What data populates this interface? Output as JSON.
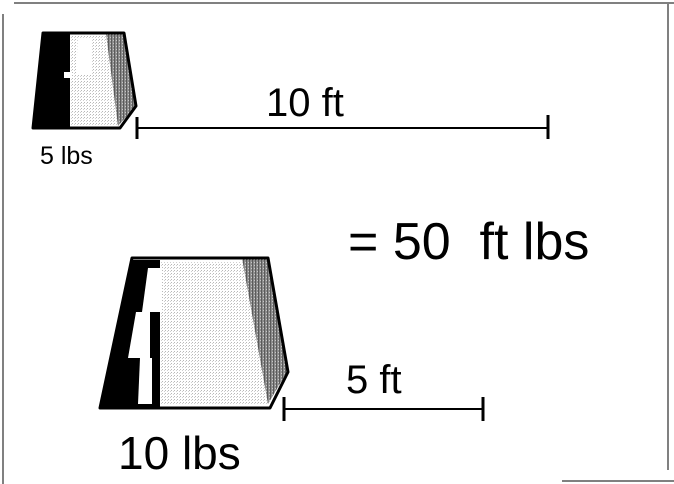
{
  "top": {
    "weight_label": "5 lbs",
    "distance_label": "10 ft"
  },
  "equation": {
    "text": "= 50  ft lbs"
  },
  "bottom": {
    "weight_label": "10 lbs",
    "distance_label": "5 ft"
  },
  "colors": {
    "ink": "#000000",
    "paper": "#ffffff",
    "shade": "#9a9a9a",
    "light_fill": "#e4e4e4"
  }
}
